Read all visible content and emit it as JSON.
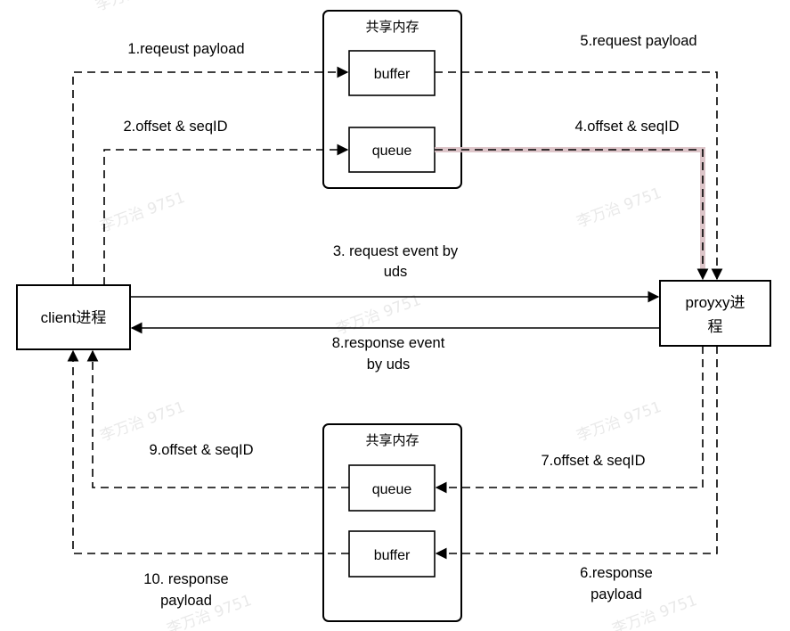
{
  "watermark": "李万治 9751",
  "client": {
    "label": "client进程"
  },
  "proxy": {
    "label_line1": "proyxy进",
    "label_line2": "程"
  },
  "shm_top": {
    "title": "共享内存",
    "buffer": "buffer",
    "queue": "queue"
  },
  "shm_bottom": {
    "title": "共享内存",
    "queue": "queue",
    "buffer": "buffer"
  },
  "edges": {
    "e1": "1.reqeust payload",
    "e2": "2.offset & seqID",
    "e3_line1": "3. request event by",
    "e3_line2": "uds",
    "e4": "4.offset & seqID",
    "e5": "5.request payload",
    "e6_line1": "6.response",
    "e6_line2": "payload",
    "e7": "7.offset & seqID",
    "e8_line1": "8.response event",
    "e8_line2": "by uds",
    "e9": "9.offset & seqID",
    "e10_line1": "10. response",
    "e10_line2": "payload"
  }
}
